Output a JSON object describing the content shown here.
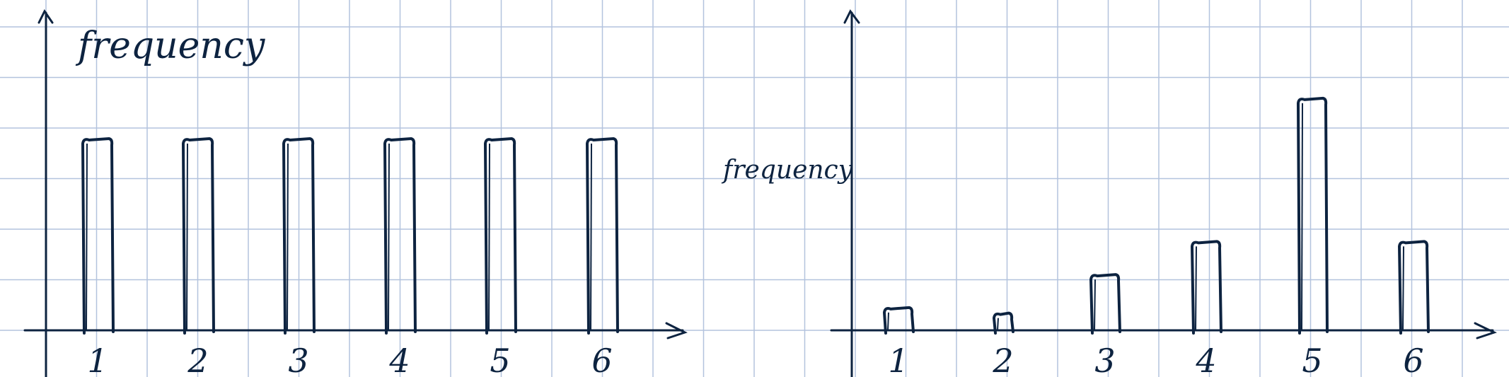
{
  "colors": {
    "paper": "#ffffff",
    "grid": "#b3c3de",
    "ink": "#0d2340"
  },
  "chart_data": [
    {
      "type": "bar",
      "ylabel": "frequency",
      "categories": [
        "1",
        "2",
        "3",
        "4",
        "5",
        "6"
      ],
      "values": [
        4,
        4,
        4,
        4,
        4,
        4
      ],
      "ylim": [
        0,
        6
      ],
      "grid": true
    },
    {
      "type": "bar",
      "ylabel": "frequency",
      "categories": [
        "1",
        "2",
        "3",
        "4",
        "5",
        "6"
      ],
      "values": [
        1,
        0.75,
        2.5,
        4,
        10.5,
        4
      ],
      "ylim": [
        0,
        13
      ],
      "grid": true
    }
  ]
}
